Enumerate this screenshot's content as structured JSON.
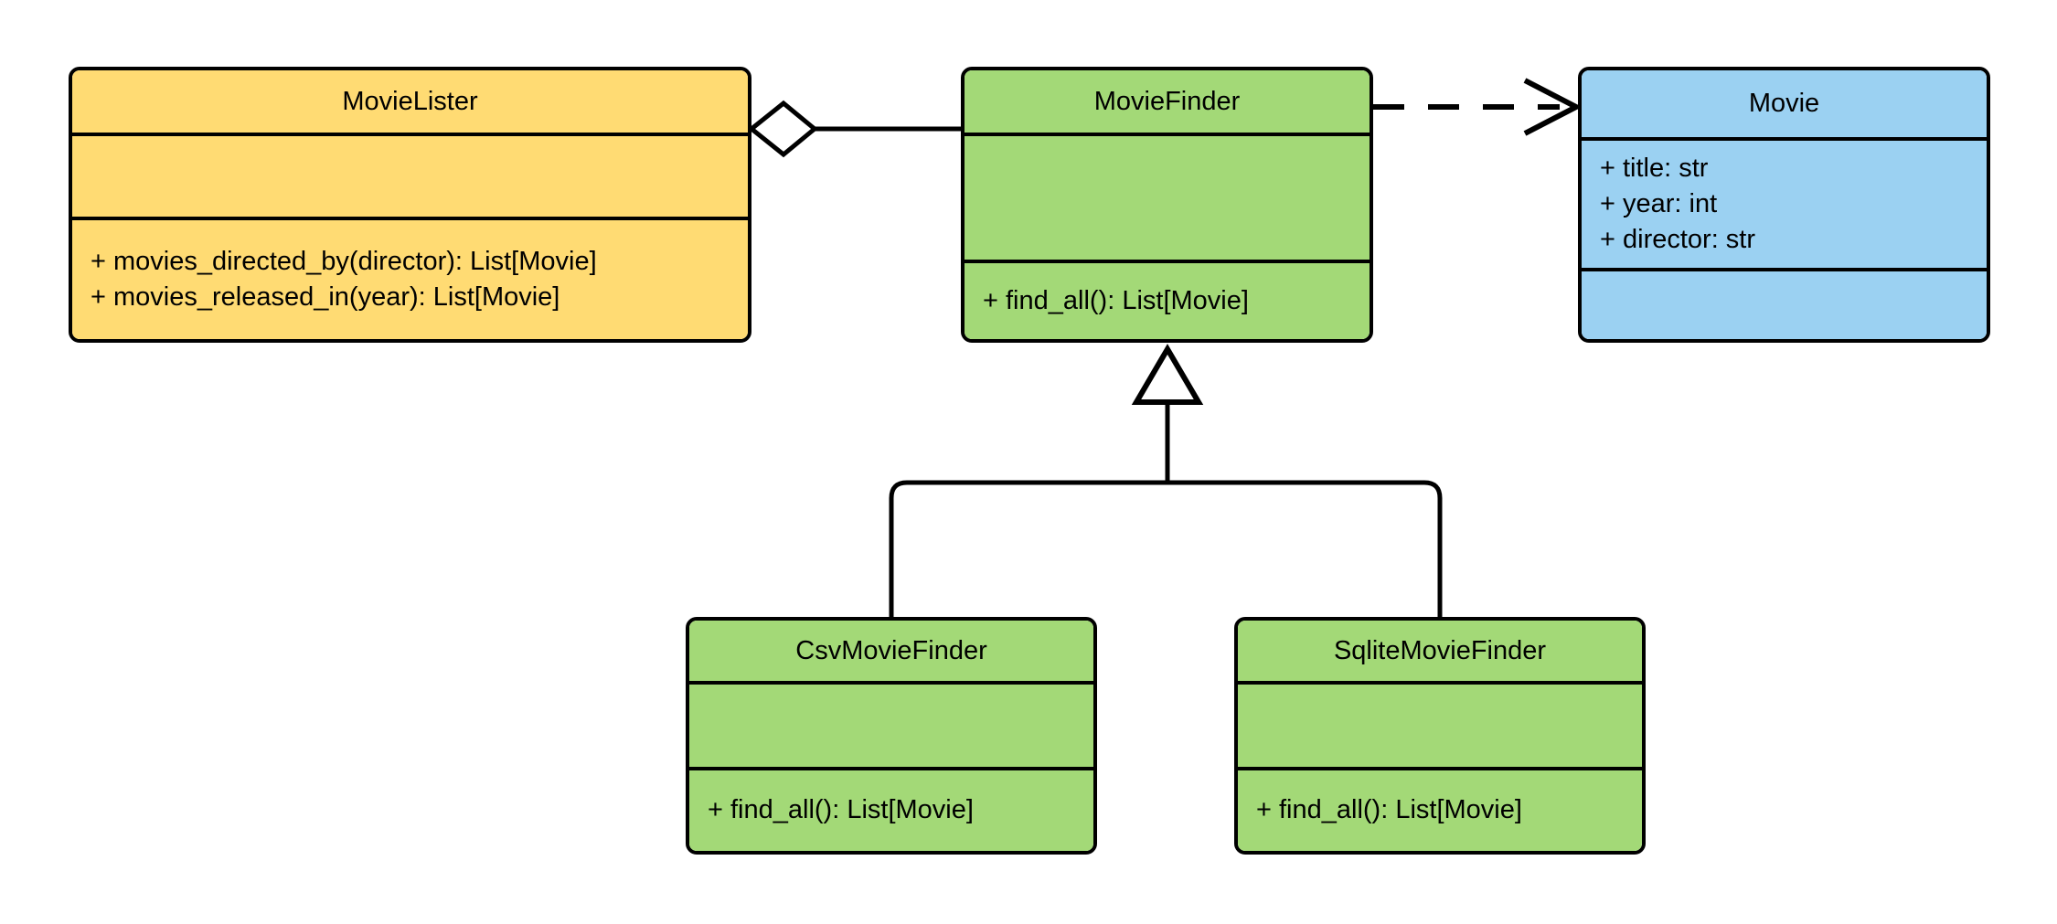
{
  "diagram": {
    "kind": "uml-class-diagram",
    "background": "#ffffff",
    "line_color": "#000000",
    "colors": {
      "client_fill": "#ffdb73",
      "interface_fill": "#a3d977",
      "entity_fill": "#9bd1f2",
      "stroke": "#000000"
    }
  },
  "classes": {
    "movie_lister": {
      "name": "MovieLister",
      "fill": "#ffdb73",
      "attributes": [],
      "methods": [
        "+ movies_directed_by(director): List[Movie]",
        "+ movies_released_in(year): List[Movie]"
      ]
    },
    "movie_finder": {
      "name": "MovieFinder",
      "fill": "#a3d977",
      "attributes": [],
      "methods": [
        "+ find_all(): List[Movie]"
      ]
    },
    "movie": {
      "name": "Movie",
      "fill": "#9bd1f2",
      "attributes": [
        "+ title: str",
        "+ year: int",
        "+ director: str"
      ],
      "methods": []
    },
    "csv_movie_finder": {
      "name": "CsvMovieFinder",
      "fill": "#a3d977",
      "attributes": [],
      "methods": [
        "+ find_all(): List[Movie]"
      ]
    },
    "sqlite_movie_finder": {
      "name": "SqliteMovieFinder",
      "fill": "#a3d977",
      "attributes": [],
      "methods": [
        "+ find_all(): List[Movie]"
      ]
    }
  },
  "relationships": [
    {
      "id": "lister-aggregates-finder",
      "type": "aggregation",
      "from": "MovieLister",
      "to": "MovieFinder",
      "marker": "hollow-diamond",
      "line_style": "solid"
    },
    {
      "id": "finder-depends-movie",
      "type": "dependency",
      "from": "MovieFinder",
      "to": "Movie",
      "marker": "open-arrow",
      "line_style": "dashed"
    },
    {
      "id": "csv-inherits-finder",
      "type": "generalization",
      "from": "CsvMovieFinder",
      "to": "MovieFinder",
      "marker": "hollow-triangle",
      "line_style": "solid"
    },
    {
      "id": "sqlite-inherits-finder",
      "type": "generalization",
      "from": "SqliteMovieFinder",
      "to": "MovieFinder",
      "marker": "hollow-triangle",
      "line_style": "solid"
    }
  ]
}
